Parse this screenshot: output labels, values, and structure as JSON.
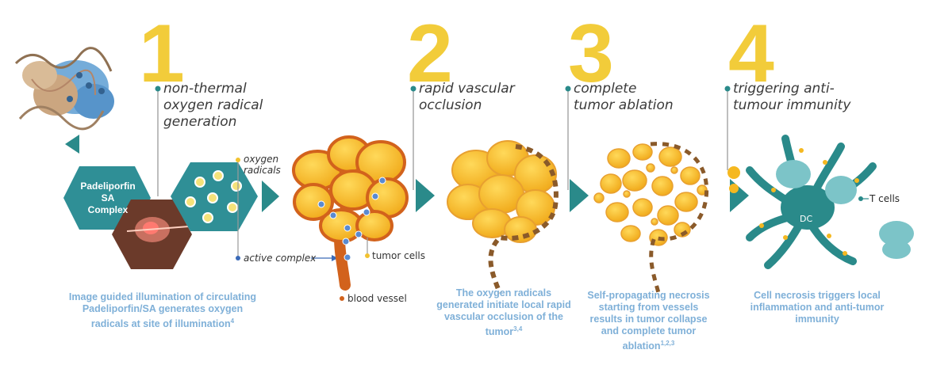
{
  "colors": {
    "step_number": "#f2cc3a",
    "teal": "#2a8a8a",
    "caption": "#7fb0d8",
    "tumor": "#f5b820",
    "vessel": "#d2621c",
    "cell": "#5aa9b8"
  },
  "steps": [
    {
      "number": "1",
      "title_lines": [
        "non-thermal",
        "oxygen radical",
        "generation"
      ]
    },
    {
      "number": "2",
      "title_lines": [
        "rapid vascular",
        "occlusion"
      ]
    },
    {
      "number": "3",
      "title_lines": [
        "complete",
        "tumor ablation"
      ]
    },
    {
      "number": "4",
      "title_lines": [
        "triggering anti-",
        "tumour immunity"
      ]
    }
  ],
  "labels": {
    "hex_complex": [
      "Padeliporfin",
      "SA",
      "Complex"
    ],
    "oxygen_radicals": [
      "oxygen",
      "radicals"
    ],
    "active_complex": "active complex",
    "tumor_cells": "tumor cells",
    "blood_vessel": "blood vessel",
    "t_cells": "T cells",
    "dc": "DC"
  },
  "captions": {
    "step1": {
      "lines": [
        "Image guided illumination of circulating",
        "Padeliporfin/SA generates oxygen",
        "radicals at site of illumination"
      ],
      "sup": "4"
    },
    "step2": {
      "lines": [
        "The oxygen radicals",
        "generated initiate local rapid",
        "vascular occlusion  of the",
        "tumor"
      ],
      "sup": "3,4"
    },
    "step3": {
      "lines": [
        "Self-propagating necrosis",
        "starting from vessels",
        "results  in tumor collapse",
        "and complete tumor",
        "ablation"
      ],
      "sup": "1,2,3"
    },
    "step4": {
      "lines": [
        "Cell necrosis triggers local",
        "inflammation and anti-tumor",
        "immunity"
      ]
    }
  }
}
